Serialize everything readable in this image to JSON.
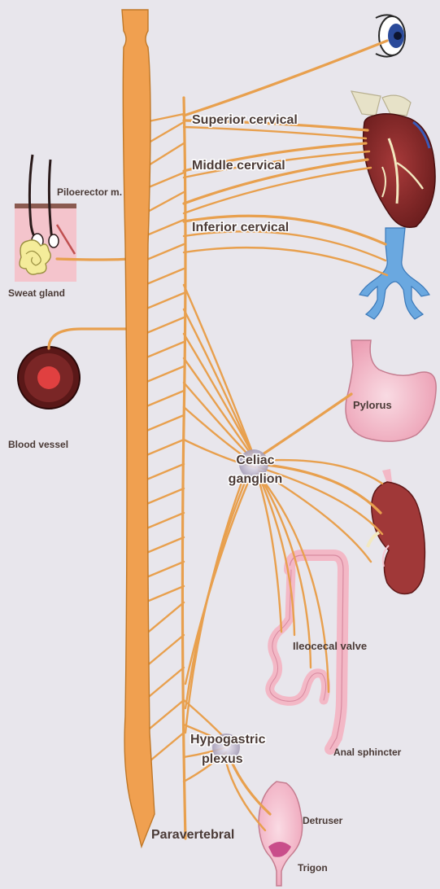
{
  "labels": {
    "superior_cervical": "Superior cervical",
    "middle_cervical": "Middle cervical",
    "inferior_cervical": "Inferior cervical",
    "piloerector": "Piloerector m.",
    "sweat_gland": "Sweat gland",
    "blood_vessel": "Blood vessel",
    "pylorus": "Pylorus",
    "celiac_line1": "Celiac",
    "celiac_line2": "ganglion",
    "ileocecal_valve": "Ileocecal valve",
    "hypogastric_line1": "Hypogastric",
    "hypogastric_line2": "plexus",
    "anal_sphincter": "Anal sphincter",
    "detruser": "Detruser",
    "trigon": "Trigon",
    "paravertebral": "Paravertebral"
  },
  "colors": {
    "background": "#e8e6ec",
    "nerve": "#e8a04e",
    "spinal_cord": "#f0a050",
    "heart": "#8a2a2a",
    "lung": "#6aa8e0",
    "stomach": "#f0b6c6",
    "kidney": "#a03838",
    "intestine": "#f3b8c6",
    "skin": "#f4c4cc",
    "blood_vessel_outer": "#5a1818",
    "blood_vessel_inner": "#e04040",
    "eye_iris": "#2a4a9a",
    "ganglion": "#b0a8c0"
  },
  "icons": [
    "eye-icon",
    "heart-icon",
    "lung-icon",
    "stomach-icon",
    "kidney-icon",
    "intestine-icon",
    "bladder-icon",
    "skin-icon",
    "blood-vessel-icon"
  ]
}
